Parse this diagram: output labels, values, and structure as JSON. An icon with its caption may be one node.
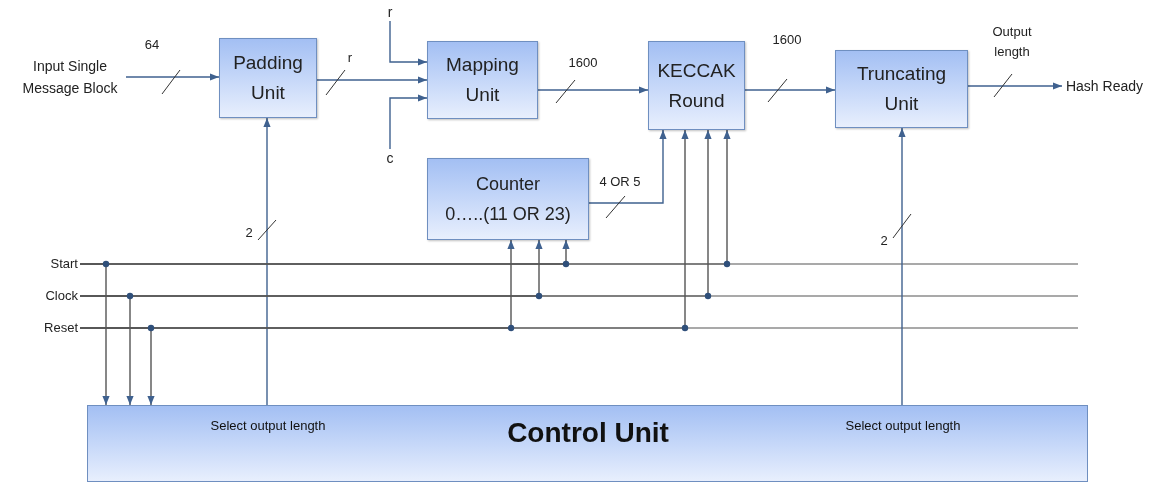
{
  "diagram": {
    "nodes": [
      {
        "text": [
          "Input Single Message Block"
        ]
      },
      {
        "text": [
          "Padding Unit"
        ]
      },
      {
        "text": [
          "Mapping Unit"
        ]
      },
      {
        "text": [
          "KECCAK Round"
        ]
      },
      {
        "text": [
          "Truncating Unit"
        ]
      },
      {
        "text": [
          "Hash Ready"
        ]
      },
      {
        "text": [
          "Counter",
          "0…..(11 OR 23)"
        ]
      },
      {
        "text": [
          "Select output length",
          "Control Unit",
          "Select output length"
        ]
      },
      {
        "text": [
          "Start"
        ]
      },
      {
        "text": [
          "Clock"
        ]
      },
      {
        "text": [
          "Reset"
        ]
      },
      {
        "text": [
          "r"
        ]
      },
      {
        "text": [
          "c"
        ]
      }
    ],
    "edges": [
      {
        "from": 0,
        "to": 1,
        "arrow": "to",
        "label": "64"
      },
      {
        "from": 1,
        "to": 2,
        "arrow": "to",
        "label": "r"
      },
      {
        "from": 11,
        "to": 2,
        "arrow": "to"
      },
      {
        "from": 12,
        "to": 2,
        "arrow": "to"
      },
      {
        "from": 2,
        "to": 3,
        "arrow": "to",
        "label": "1600"
      },
      {
        "from": 3,
        "to": 4,
        "arrow": "to",
        "label": "1600"
      },
      {
        "from": 4,
        "to": 5,
        "arrow": "to",
        "label": "Output length"
      },
      {
        "from": 6,
        "to": 3,
        "arrow": "to",
        "label": "4 OR 5"
      },
      {
        "from": 7,
        "to": 1,
        "arrow": "to",
        "label": "2"
      },
      {
        "from": 7,
        "to": 4,
        "arrow": "to",
        "label": "2"
      },
      {
        "from": 8,
        "to": 7,
        "arrow": "to"
      },
      {
        "from": 9,
        "to": 7,
        "arrow": "to"
      },
      {
        "from": 10,
        "to": 7,
        "arrow": "to"
      },
      {
        "from": 8,
        "to": 6,
        "arrow": "to"
      },
      {
        "from": 9,
        "to": 6,
        "arrow": "to"
      },
      {
        "from": 10,
        "to": 6,
        "arrow": "to"
      },
      {
        "from": 8,
        "to": 3,
        "arrow": "to"
      },
      {
        "from": 9,
        "to": 3,
        "arrow": "to"
      },
      {
        "from": 10,
        "to": 3,
        "arrow": "to"
      }
    ]
  }
}
